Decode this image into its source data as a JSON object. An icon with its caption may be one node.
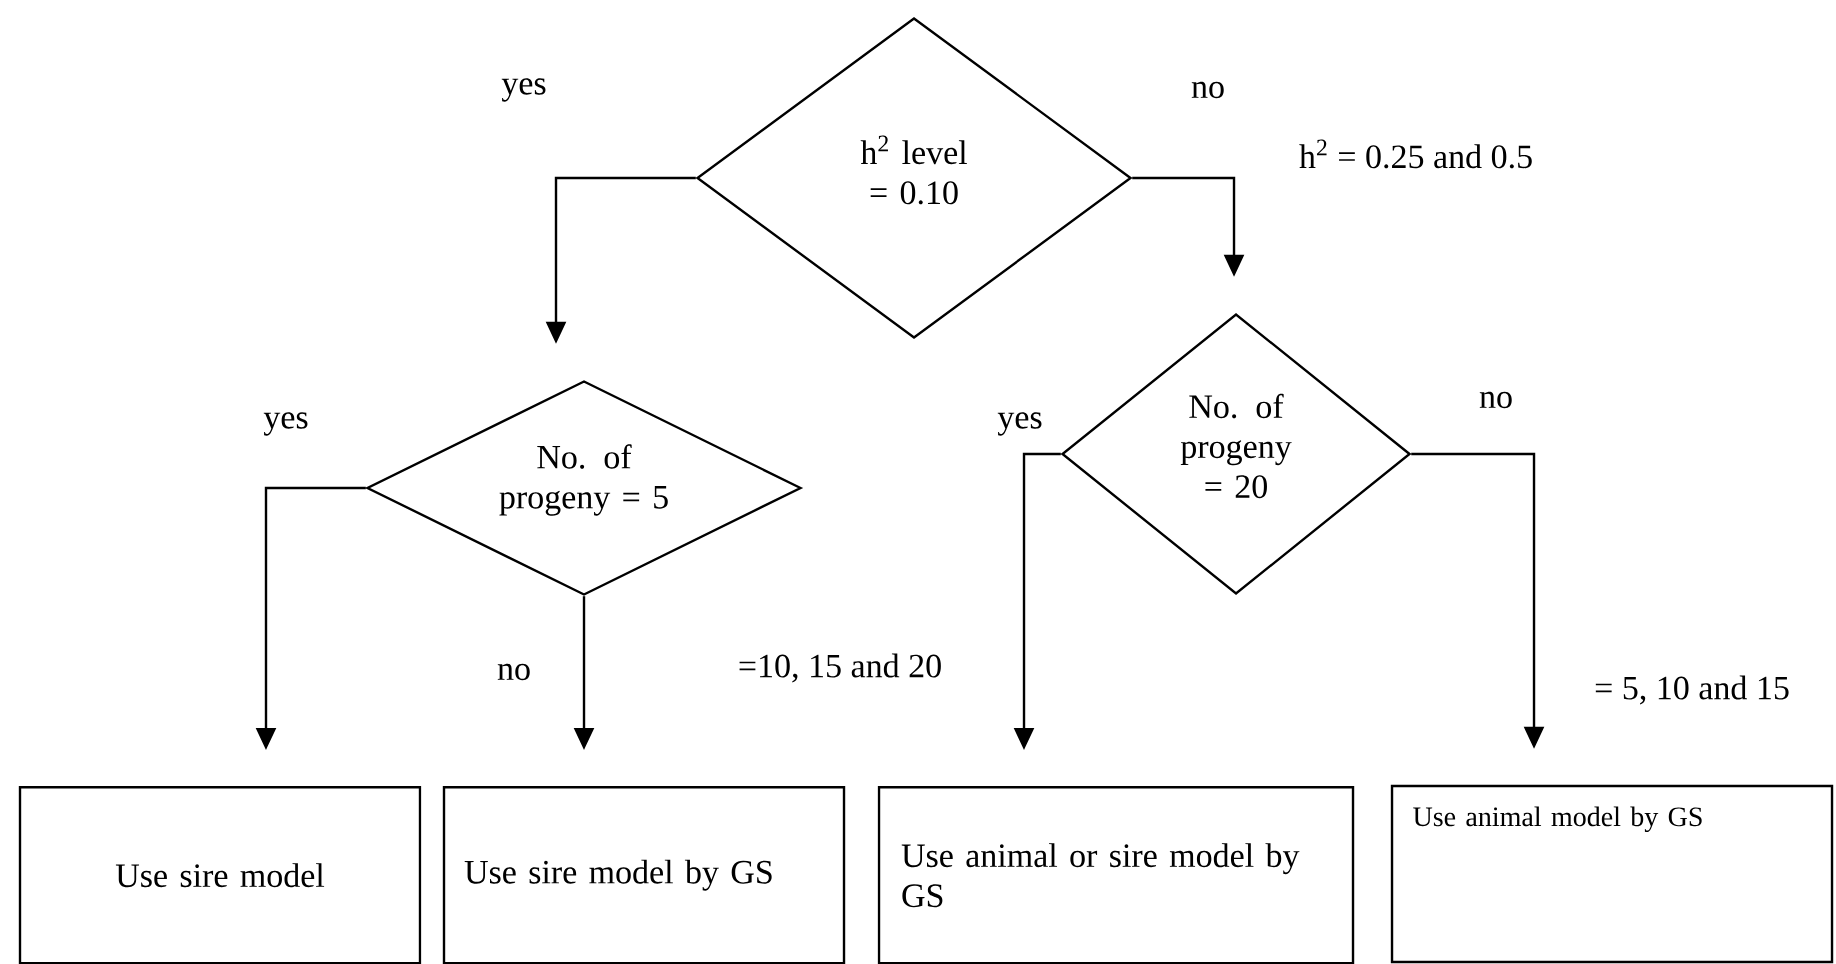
{
  "diagram": {
    "nodes": [
      {
        "text": [
          "h$^{2}$ level = 0.10"
        ]
      },
      {
        "text": [
          "No. of progeny = 5"
        ]
      },
      {
        "text": [
          "No. of progeny = 20"
        ]
      },
      {
        "text": [
          "Use sire model"
        ]
      },
      {
        "text": [
          "Use sire model by GS"
        ]
      },
      {
        "text": [
          "Use animal or sire model by GS"
        ]
      },
      {
        "text": [
          "Use animal model by GS"
        ]
      }
    ],
    "edges": [
      {
        "from": 0,
        "to": 1,
        "arrow": "to",
        "label": "yes"
      },
      {
        "from": 0,
        "to": 2,
        "arrow": "to",
        "label": "no"
      },
      {
        "from": 1,
        "to": 3,
        "arrow": "to",
        "label": "yes"
      },
      {
        "from": 1,
        "to": 4,
        "arrow": "to",
        "label": "no"
      },
      {
        "from": 2,
        "to": 5,
        "arrow": "to",
        "label": "yes"
      },
      {
        "from": 2,
        "to": 6,
        "arrow": "to",
        "label": "no"
      }
    ],
    "labels": [
      "h$^{2}$ = 0.25 and 0.5",
      "=10, 15 and 20",
      "= 5, 10 and 15"
    ]
  }
}
